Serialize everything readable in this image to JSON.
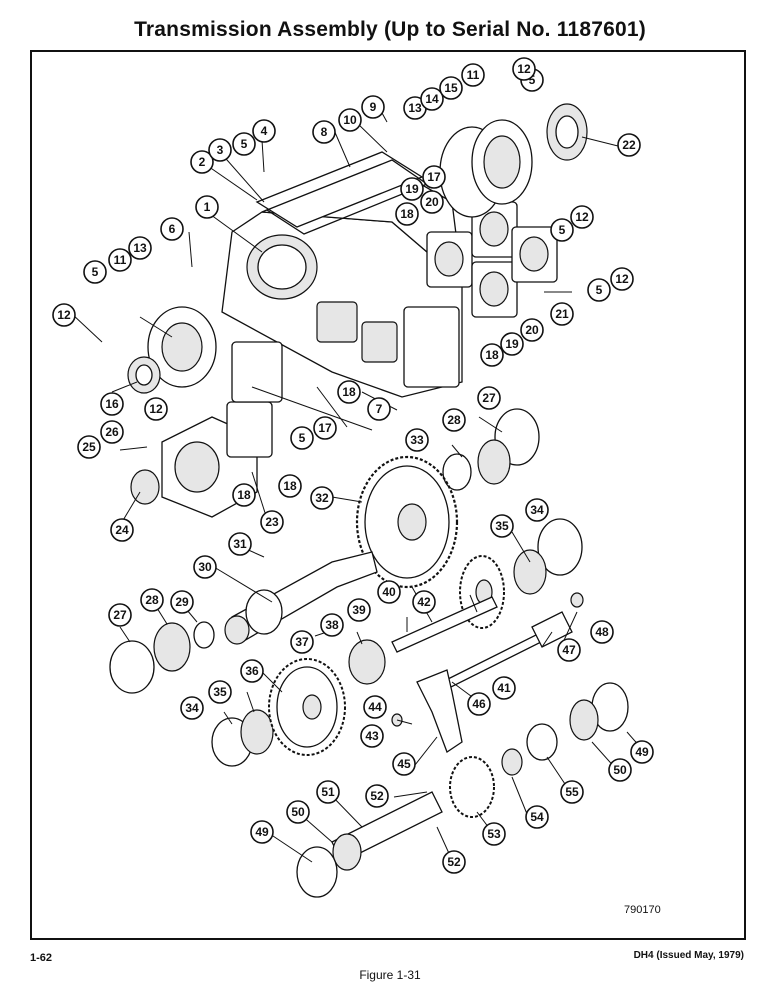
{
  "page": {
    "title": "Transmission Assembly (Up to Serial No. 1187601)",
    "figure_caption": "Figure 1-31",
    "drawing_number": "790170",
    "page_number": "1-62",
    "issue": "DH4 (Issued May, 1979)"
  },
  "callouts": {
    "c1": "1",
    "c2": "2",
    "c3": "3",
    "c4": "4",
    "c5a": "5",
    "c5b": "5",
    "c5c": "5",
    "c5d": "5",
    "c5e": "5",
    "c5f": "5",
    "c6": "6",
    "c7": "7",
    "c8": "8",
    "c9": "9",
    "c10": "10",
    "c11a": "11",
    "c11b": "11",
    "c12a": "12",
    "c12b": "12",
    "c12c": "12",
    "c12d": "12",
    "c12e": "12",
    "c13a": "13",
    "c13b": "13",
    "c14": "14",
    "c15": "15",
    "c16": "16",
    "c17a": "17",
    "c17b": "17",
    "c18a": "18",
    "c18b": "18",
    "c18c": "18",
    "c18d": "18",
    "c18e": "18",
    "c19a": "19",
    "c19b": "19",
    "c20a": "20",
    "c20b": "20",
    "c21": "21",
    "c22": "22",
    "c23": "23",
    "c24": "24",
    "c25": "25",
    "c26": "26",
    "c27a": "27",
    "c27b": "27",
    "c28a": "28",
    "c28b": "28",
    "c29": "29",
    "c30": "30",
    "c31": "31",
    "c32": "32",
    "c33": "33",
    "c34a": "34",
    "c34b": "34",
    "c35a": "35",
    "c35b": "35",
    "c36": "36",
    "c37": "37",
    "c38": "38",
    "c39": "39",
    "c40": "40",
    "c41": "41",
    "c42": "42",
    "c43": "43",
    "c44": "44",
    "c45": "45",
    "c46": "46",
    "c47": "47",
    "c48": "48",
    "c49a": "49",
    "c49b": "49",
    "c50a": "50",
    "c50b": "50",
    "c51": "51",
    "c52a": "52",
    "c52b": "52",
    "c53": "53",
    "c54": "54",
    "c55": "55"
  }
}
